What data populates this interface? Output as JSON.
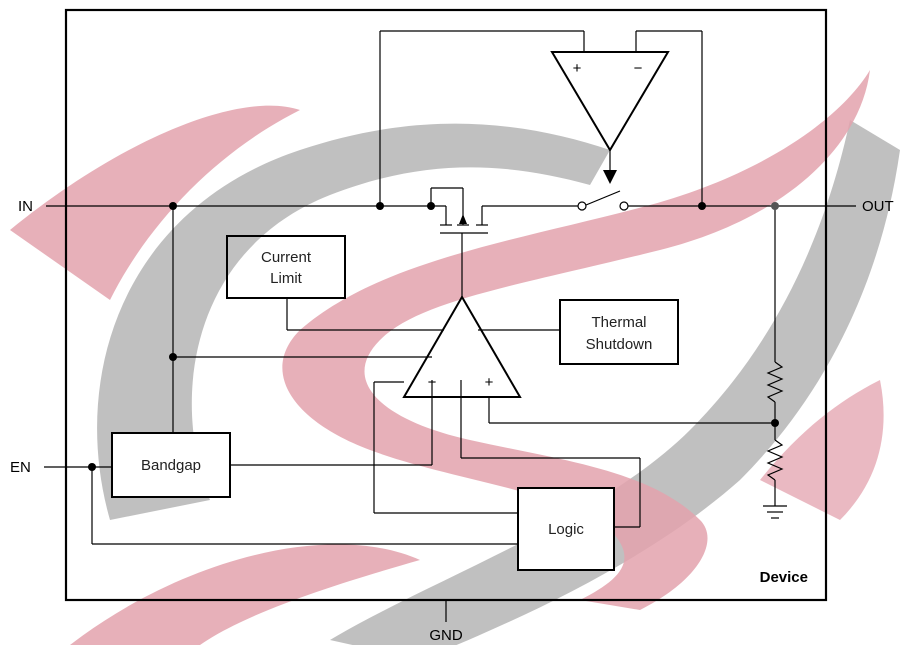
{
  "device_label": "Device",
  "pins": {
    "in": "IN",
    "out": "OUT",
    "en": "EN",
    "gnd": "GND"
  },
  "blocks": {
    "current_limit": [
      "Current",
      "Limit"
    ],
    "thermal_shutdown": [
      "Thermal",
      "Shutdown"
    ],
    "bandgap": "Bandgap",
    "logic": "Logic"
  },
  "amp_signs": {
    "plus": "+",
    "minus": "−"
  },
  "colors": {
    "watermark_red": "#e3a2ad",
    "watermark_gray": "#bdbdbd",
    "line": "#000000"
  }
}
